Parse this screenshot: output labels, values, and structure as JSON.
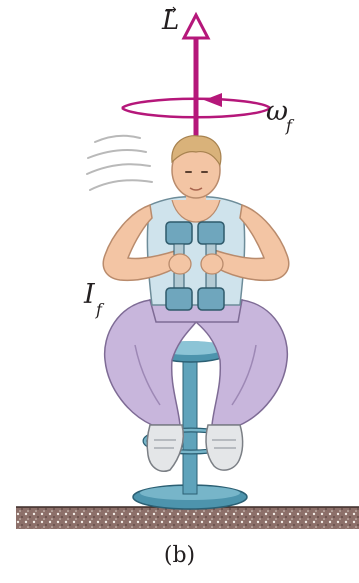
{
  "vector_label": "L",
  "omega_symbol": "ω",
  "omega_subscript": "f",
  "inertia_symbol": "I",
  "inertia_subscript": "f",
  "caption": "(b)",
  "colors": {
    "axis": "#b5177a",
    "skin": "#f3c5a4",
    "pants": "#c8b6dc",
    "dumbbell": "#6fa6bd",
    "stool": "#4d94ad",
    "floor": "#8c6f69",
    "shoes": "#e4e6e8"
  },
  "icons": [
    "vector-arrow-icon",
    "motion-lines-icon"
  ]
}
